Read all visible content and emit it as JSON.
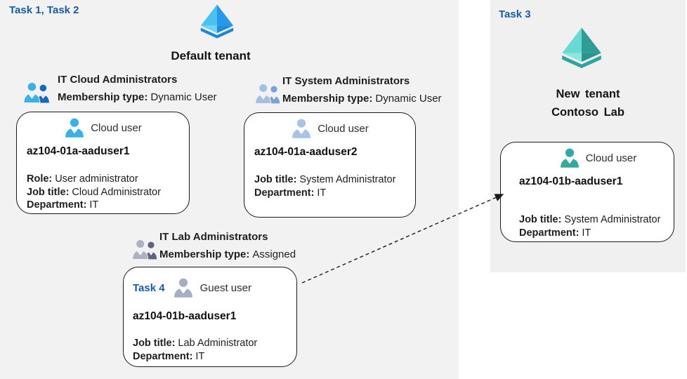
{
  "colors": {
    "task_blue": "#1a5a9e",
    "bg_gray": "#f2f2f2",
    "panel_gray": "#f0f0f0",
    "card_border": "#1a1a1a",
    "dmd_blue_l": "#49c2f1",
    "dmd_blue_r": "#2697e9",
    "dmd_blue_ll": "#6fd3f6",
    "dmd_blue_lr": "#1d8be2",
    "dmd_blue_rim": "#1f86da",
    "dmd_teal_l": "#67dad3",
    "dmd_teal_r": "#2f9c95",
    "dmd_teal_ll": "#8fe5de",
    "dmd_teal_lr": "#28968f",
    "dmd_teal_rim": "#2fa49d",
    "person_blue": "#38b1e6",
    "person_steel": "#a6c3e4",
    "person_gray": "#a8adc0",
    "person_teal": "#33a9a3",
    "grp1_front": "#38b1e6",
    "grp1_back": "#1767c0",
    "grp2_front": "#a3c0e1",
    "grp2_back": "#7ba2d3",
    "grp3_front": "#adb1c4",
    "grp3_back": "#5f6580"
  },
  "icons": {
    "default_tenant": "azure-ad-tenant-icon (blue diamond)",
    "new_tenant": "azure-ad-tenant-icon (teal diamond)",
    "group": "two-users-group-icon",
    "cloud_user": "single-user-icon",
    "guest_user": "single-user-icon (gray)",
    "arrow": "dashed-arrow"
  },
  "left": {
    "task_label": "Task 1, Task 2",
    "tenant_label": "Default tenant",
    "groups": [
      {
        "name": "IT Cloud Administrators",
        "membership_label": "Membership type:",
        "membership_value": "Dynamic User"
      },
      {
        "name": "IT System Administrators",
        "membership_label": "Membership type:",
        "membership_value": "Dynamic User"
      },
      {
        "name": "IT Lab Administrators",
        "membership_label": "Membership type:",
        "membership_value": "Assigned"
      }
    ],
    "cards": [
      {
        "user_type": "Cloud user",
        "username": "az104-01a-aaduser1",
        "fields": [
          {
            "label": "Role:",
            "value": "User administrator"
          },
          {
            "label": "Job title:",
            "value": "Cloud Administrator"
          },
          {
            "label": "Department:",
            "value": "IT"
          }
        ]
      },
      {
        "user_type": "Cloud user",
        "username": "az104-01a-aaduser2",
        "fields": [
          {
            "label": "Job title:",
            "value": "System Administrator"
          },
          {
            "label": "Department:",
            "value": "IT"
          }
        ]
      },
      {
        "task_label": "Task 4",
        "user_type": "Guest user",
        "username": "az104-01b-aaduser1",
        "fields": [
          {
            "label": "Job title:",
            "value": "Lab Administrator"
          },
          {
            "label": "Department:",
            "value": "IT"
          }
        ]
      }
    ]
  },
  "right": {
    "task_label": "Task 3",
    "tenant_line1": "New tenant",
    "tenant_line2": "Contoso Lab",
    "card": {
      "user_type": "Cloud user",
      "username": "az104-01b-aaduser1",
      "fields": [
        {
          "label": "Job title:",
          "value": "System Administrator"
        },
        {
          "label": "Department:",
          "value": "IT"
        }
      ]
    }
  }
}
